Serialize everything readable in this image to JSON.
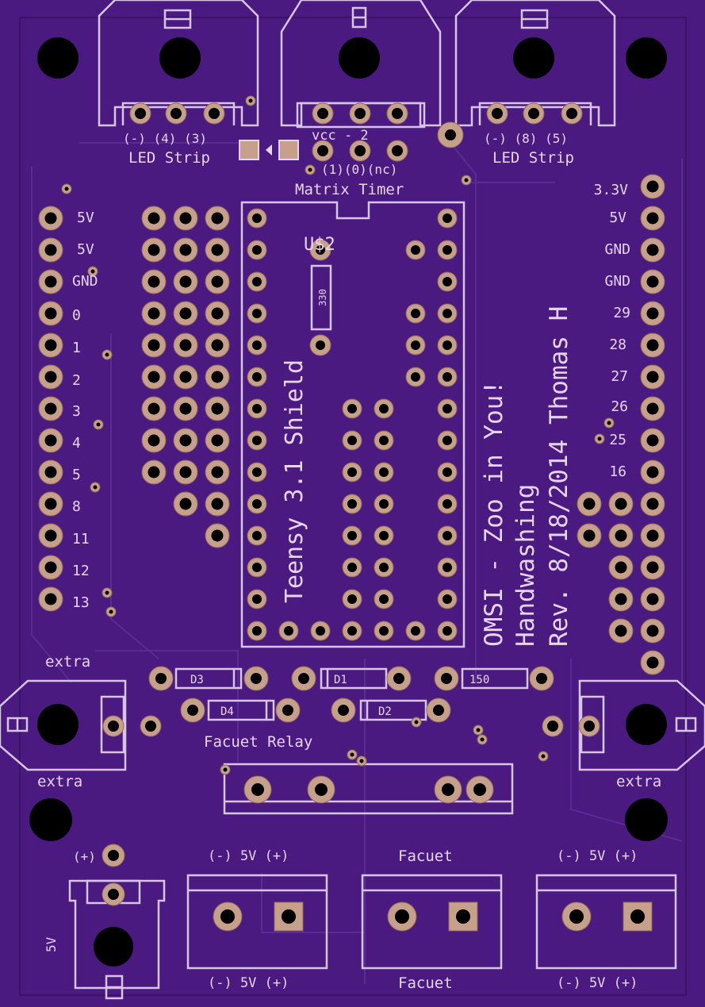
{
  "board": {
    "background": "#4a1a80",
    "silkscreen_color": "#e6d4ee",
    "pad_color": "#c6a08a"
  },
  "labels": {
    "led_strip_left_pins": "(-) (4) (3)",
    "led_strip_left": "LED Strip",
    "led_strip_right_pins": "(-) (8) (5)",
    "led_strip_right": "LED Strip",
    "vcc": "vcc - 2",
    "timer_pins": "(1)(0)(nc)",
    "matrix_timer": "Matrix Timer",
    "us2": "U$2",
    "r330": "330",
    "r150": "150",
    "teensy": "Teensy 3.1 Shield",
    "title_line1": "OMSI - Zoo in You!",
    "title_line2": "Handwashing",
    "title_line3": "Rev. 8/18/2014 Thomas H",
    "d1": "D1",
    "d2": "D2",
    "d3": "D3",
    "d4": "D4",
    "extra_top_left": "extra",
    "extra_bottom_left": "extra",
    "extra_right": "extra",
    "facuet_relay": "Facuet Relay",
    "plus": "(+)",
    "v5_side": "5V",
    "power1_top": "(-) 5V (+)",
    "power1_bottom": "(-) 5V (+)",
    "faucet_top": "Facuet",
    "faucet_bottom": "Facuet",
    "power2_top": "(-) 5V (+)",
    "power2_bottom": "(-) 5V (+)"
  },
  "left_header": [
    "5V",
    "5V",
    "GND",
    "0",
    "1",
    "2",
    "3",
    "4",
    "5",
    "8",
    "11",
    "12",
    "13"
  ],
  "right_header": [
    "3.3V",
    "5V",
    "GND",
    "GND",
    "29",
    "28",
    "27",
    "26",
    "25",
    "16"
  ]
}
